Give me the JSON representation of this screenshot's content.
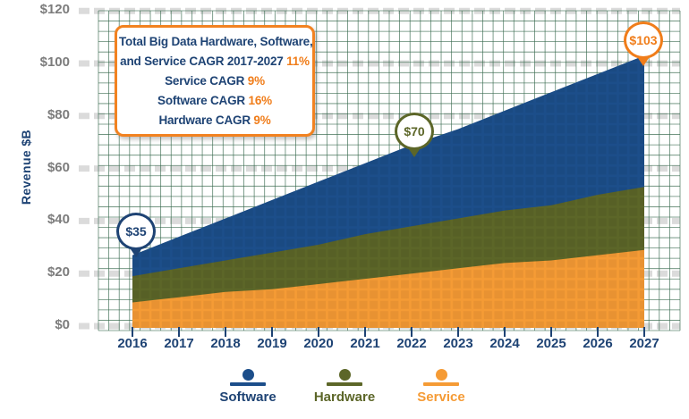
{
  "colors": {
    "navy_text": "#1E4374",
    "software_blue": "#1C4E8A",
    "hardware_olive": "#5C6628",
    "service_orange": "#F59B35",
    "accent_orange": "#F07D1A",
    "box_border_orange": "#F28220",
    "grid_green": "#37694E",
    "dash_gray": "#DBDBDB",
    "axis_label_gray": "#7C7C7C",
    "background": "#FFFFFF"
  },
  "chart_data": {
    "type": "area",
    "stacked": true,
    "title": "",
    "xlabel": "",
    "ylabel": "Revenue $B",
    "ylim": [
      0,
      120
    ],
    "grid": "fine graph-paper grid with dashed gray lines every $20",
    "legend_position": "bottom",
    "categories": [
      "2016",
      "2017",
      "2018",
      "2019",
      "2020",
      "2021",
      "2022",
      "2023",
      "2024",
      "2025",
      "2026",
      "2027"
    ],
    "series": [
      {
        "name": "Software",
        "color": "#1C4E8A",
        "values": [
          8,
          12,
          16,
          20,
          24,
          27,
          31,
          34,
          38,
          43,
          46,
          50
        ]
      },
      {
        "name": "Hardware",
        "color": "#5C6628",
        "values": [
          10,
          11,
          12,
          14,
          15,
          17,
          18,
          19,
          20,
          21,
          23,
          24
        ]
      },
      {
        "name": "Service",
        "color": "#F59B35",
        "values": [
          9,
          11,
          13,
          14,
          16,
          18,
          20,
          22,
          24,
          25,
          27,
          29
        ]
      }
    ],
    "stack_order_bottom_to_top": [
      "Service",
      "Hardware",
      "Software"
    ],
    "totals_by_year": [
      27,
      34,
      41,
      48,
      55,
      62,
      69,
      75,
      82,
      89,
      96,
      103
    ],
    "y_ticks": [
      {
        "value": 0,
        "label": "$0"
      },
      {
        "value": 20,
        "label": "$20"
      },
      {
        "value": 40,
        "label": "$40"
      },
      {
        "value": 60,
        "label": "$60"
      },
      {
        "value": 80,
        "label": "$80"
      },
      {
        "value": 100,
        "label": "$100"
      },
      {
        "value": 120,
        "label": "$120"
      }
    ],
    "annotations": [
      {
        "year": "2016",
        "label": "$35",
        "color": "#1E4374"
      },
      {
        "year": "2022",
        "label": "$70",
        "color": "#5C6628"
      },
      {
        "year": "2027",
        "label": "$103",
        "color": "#F07D1A"
      }
    ]
  },
  "cagr_box": {
    "lines": [
      {
        "text": "Total Big Data Hardware, Software,",
        "value": ""
      },
      {
        "text": "and Service CAGR 2017-2027 ",
        "value": "11%"
      },
      {
        "text": "Service CAGR ",
        "value": "9%"
      },
      {
        "text": "Software CAGR ",
        "value": "16%"
      },
      {
        "text": "Hardware CAGR ",
        "value": "9%"
      }
    ]
  }
}
